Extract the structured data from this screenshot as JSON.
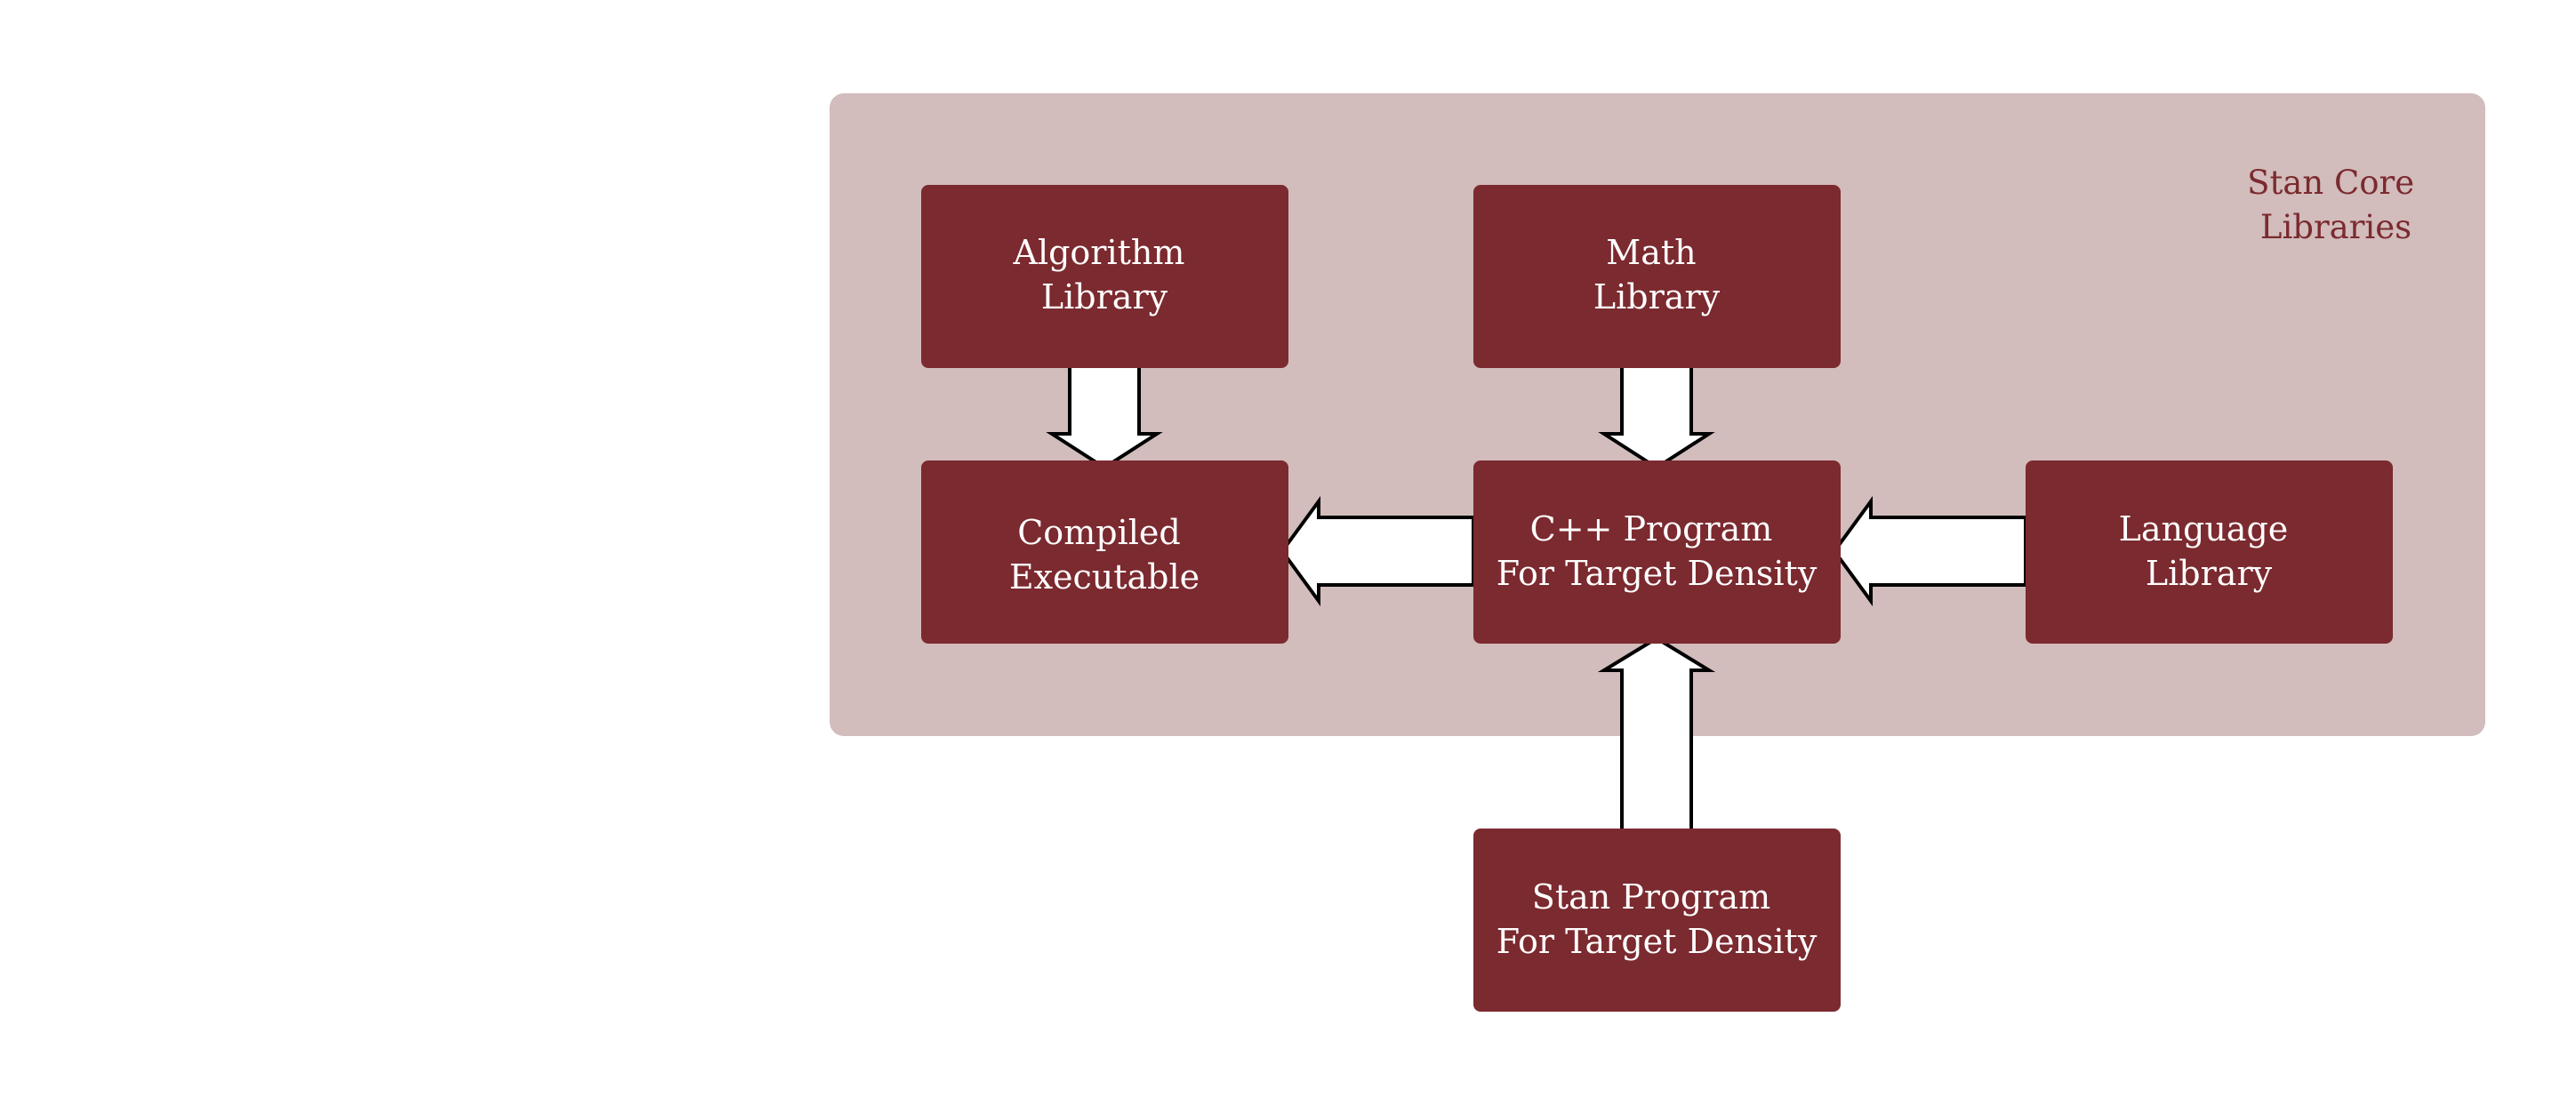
{
  "colors": {
    "background": "#ffffff",
    "group_fill": "#d2bcbc",
    "box_fill": "#7b2a2f",
    "box_text": "#ffffff",
    "group_label": "#7b2a2f",
    "arrow_fill": "#ffffff",
    "arrow_stroke": "#000000"
  },
  "group": {
    "label_lines": [
      "Stan Core",
      "Libraries"
    ]
  },
  "nodes": {
    "algorithm_library": {
      "lines": [
        "Algorithm",
        "Library"
      ]
    },
    "math_library": {
      "lines": [
        "Math",
        "Library"
      ]
    },
    "compiled_executable": {
      "lines": [
        "Compiled",
        "Executable"
      ]
    },
    "cpp_program": {
      "lines": [
        "C++ Program",
        "For Target Density"
      ]
    },
    "language_library": {
      "lines": [
        "Language",
        "Library"
      ]
    },
    "stan_program": {
      "lines": [
        "Stan Program",
        "For Target Density"
      ]
    }
  },
  "edges": [
    {
      "from": "algorithm_library",
      "to": "compiled_executable"
    },
    {
      "from": "math_library",
      "to": "cpp_program"
    },
    {
      "from": "cpp_program",
      "to": "compiled_executable"
    },
    {
      "from": "language_library",
      "to": "cpp_program"
    },
    {
      "from": "stan_program",
      "to": "cpp_program"
    }
  ]
}
